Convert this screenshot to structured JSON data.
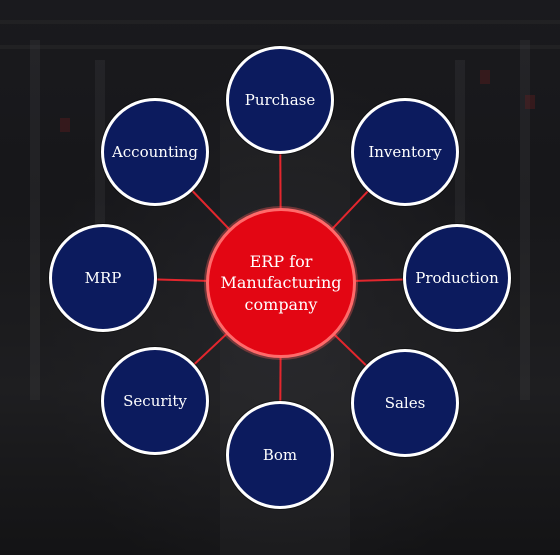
{
  "diagram": {
    "center_label": "ERP for\nManufacturing\ncompany",
    "center_color": "#e30613",
    "node_color": "#0c1b5e",
    "line_color": "#e3262d",
    "nodes": [
      {
        "label": "Purchase"
      },
      {
        "label": "Inventory"
      },
      {
        "label": "Production"
      },
      {
        "label": "Sales"
      },
      {
        "label": "Bom"
      },
      {
        "label": "Security"
      },
      {
        "label": "MRP"
      },
      {
        "label": "Accounting"
      }
    ]
  }
}
